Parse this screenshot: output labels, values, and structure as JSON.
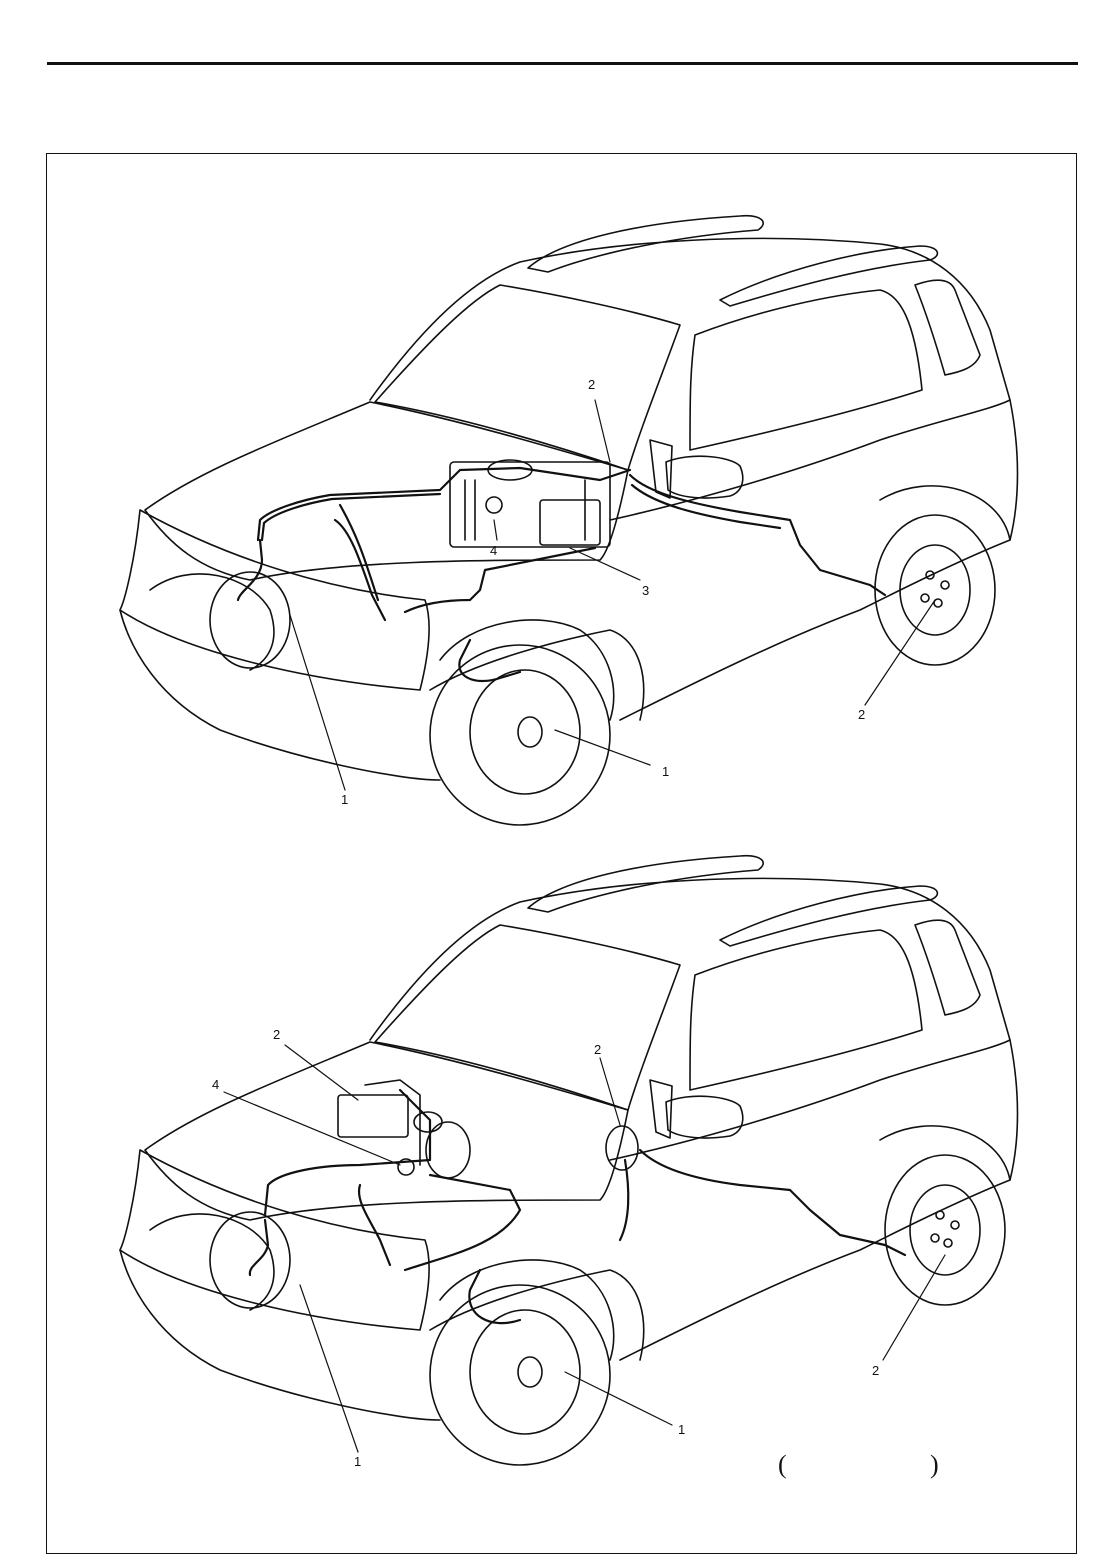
{
  "diagram": {
    "top_view": {
      "callouts": {
        "front_left_brake": "1",
        "front_right_brake": "1",
        "rear_brake_right": "2",
        "rear_brake_left": "2",
        "abs_unit": "3",
        "master_cylinder": "4"
      }
    },
    "bottom_view": {
      "callouts": {
        "front_left_brake": "1",
        "front_right_brake": "1",
        "rear_brake_right": "2",
        "rear_brake_left": "2",
        "booster": "2",
        "master_cylinder": "4"
      }
    },
    "caption": {
      "open": "(",
      "close": ")"
    }
  }
}
